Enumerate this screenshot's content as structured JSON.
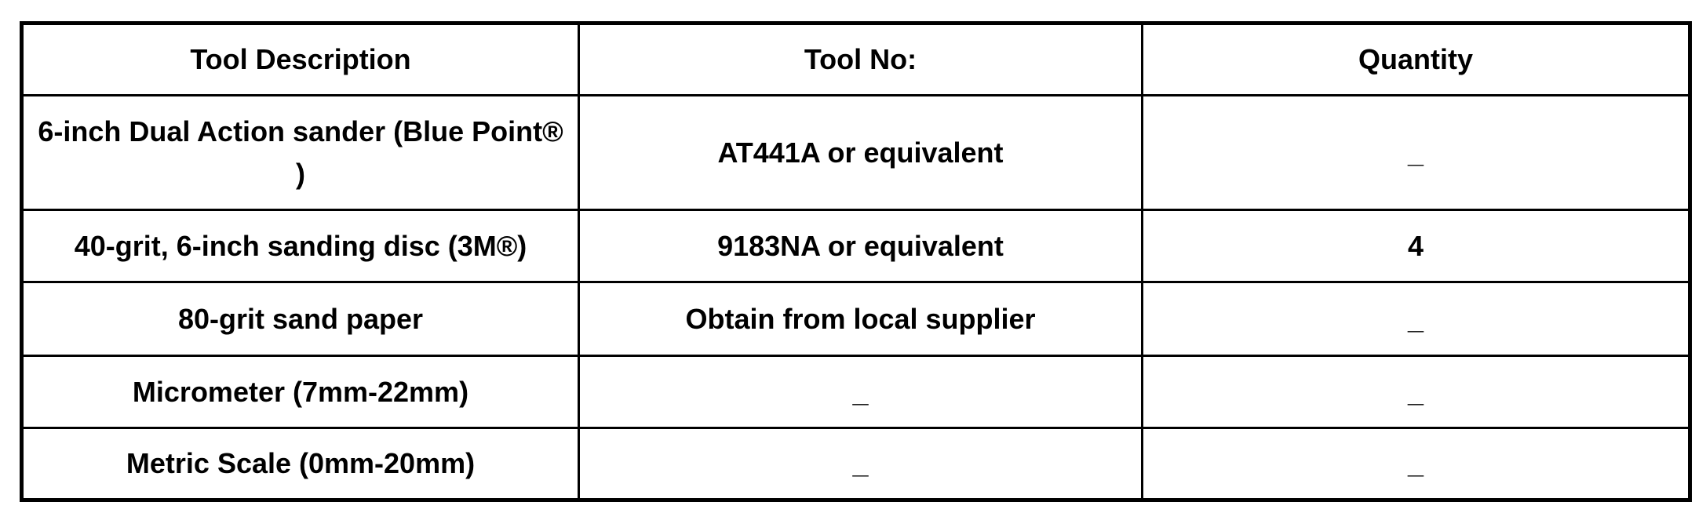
{
  "table": {
    "headers": [
      "Tool Description",
      "Tool No:",
      "Quantity"
    ],
    "rows": [
      {
        "description": "6-inch Dual Action sander (Blue Point® )",
        "tool_no": "AT441A or equivalent",
        "quantity": "_"
      },
      {
        "description": "40-grit, 6-inch sanding disc (3M®)",
        "tool_no": "9183NA or equivalent",
        "quantity": "4"
      },
      {
        "description": "80-grit sand paper",
        "tool_no": "Obtain from local supplier",
        "quantity": "_"
      },
      {
        "description": "Micrometer (7mm-22mm)",
        "tool_no": "_",
        "quantity": "_"
      },
      {
        "description": "Metric Scale (0mm-20mm)",
        "tool_no": "_",
        "quantity": "_"
      }
    ],
    "colors": {
      "border": "#000000",
      "text": "#000000",
      "background": "#ffffff"
    }
  }
}
